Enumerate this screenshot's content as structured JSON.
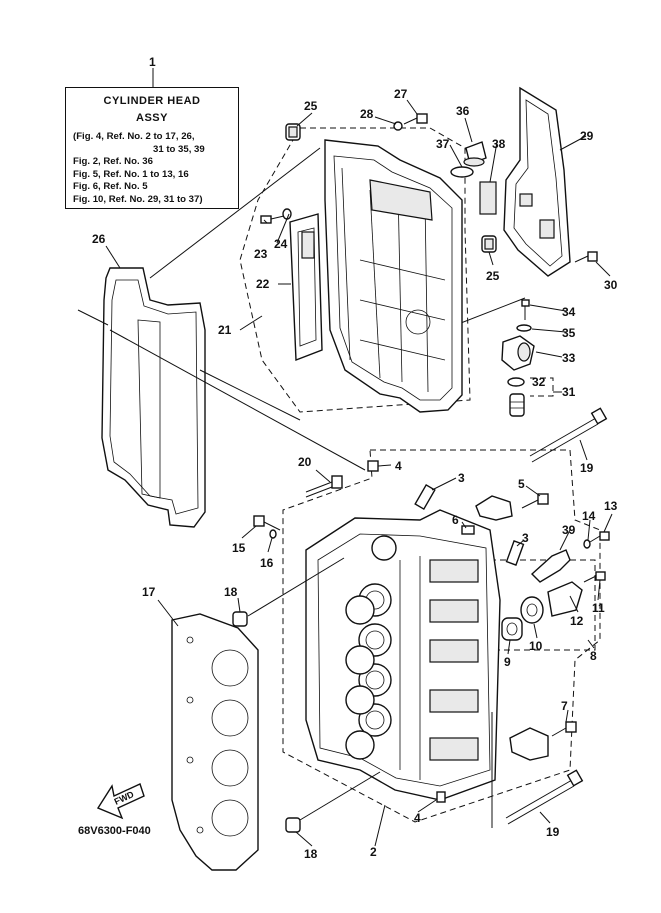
{
  "title_box": {
    "callout": "1",
    "line1": "CYLINDER HEAD",
    "line2": "ASSY",
    "refs": [
      "(Fig. 4, Ref. No. 2 to 17, 26,",
      "31 to 35, 39",
      "Fig. 2, Ref. No. 36",
      "Fig. 5, Ref. No. 1 to 13, 16",
      "Fig. 6, Ref. No. 5",
      "Fig. 10, Ref. No. 29, 31 to 37)"
    ]
  },
  "drawing_code": "68V6300-F040",
  "fwd_label": "FWD",
  "callouts": {
    "c2": "2",
    "c3a": "3",
    "c3b": "3",
    "c4a": "4",
    "c4b": "4",
    "c5": "5",
    "c6": "6",
    "c7": "7",
    "c8": "8",
    "c9": "9",
    "c10": "10",
    "c11": "11",
    "c12": "12",
    "c13": "13",
    "c14": "14",
    "c15": "15",
    "c16": "16",
    "c17": "17",
    "c18a": "18",
    "c18b": "18",
    "c19a": "19",
    "c19b": "19",
    "c20": "20",
    "c21": "21",
    "c22": "22",
    "c23": "23",
    "c24": "24",
    "c25a": "25",
    "c25b": "25",
    "c26": "26",
    "c27": "27",
    "c28": "28",
    "c29": "29",
    "c30": "30",
    "c31": "31",
    "c32": "32",
    "c33": "33",
    "c34": "34",
    "c35": "35",
    "c36": "36",
    "c37": "37",
    "c38": "38",
    "c39": "39"
  }
}
